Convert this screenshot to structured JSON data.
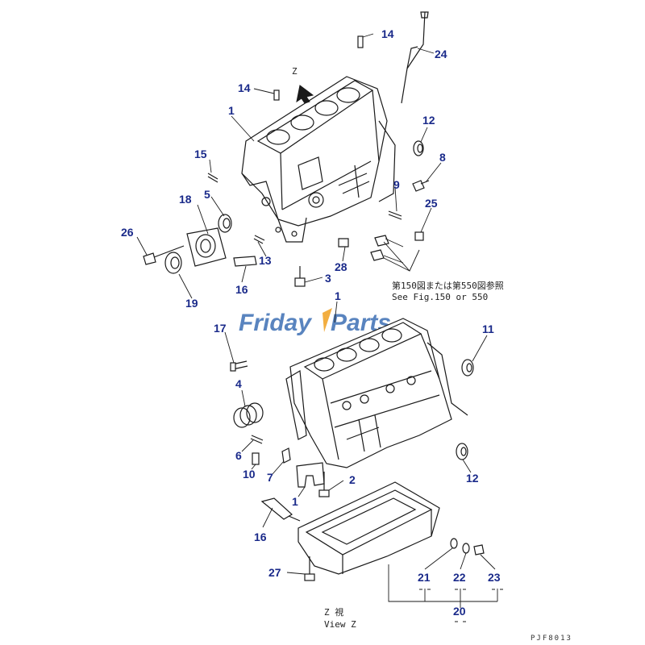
{
  "colors": {
    "callout": "#1a2a8a",
    "line": "#1a1a1a",
    "watermark_blue": "#3d6fb5",
    "watermark_orange": "#f0a020"
  },
  "watermark": {
    "part1": "Friday",
    "part2": "Parts"
  },
  "notes": {
    "view_marker": "Z",
    "ref_jp": "第150図または第550図参照",
    "ref_en": "See Fig.150 or 550",
    "view_jp": "Z  視",
    "view_en": "View Z",
    "figure_code": "PJF8013"
  },
  "callouts": {
    "c14a": "14",
    "c24": "24",
    "c14b": "14",
    "c1a": "1",
    "c12a": "12",
    "c15": "15",
    "c8": "8",
    "c18": "18",
    "c5": "5",
    "c9": "9",
    "c25": "25",
    "c26": "26",
    "c13": "13",
    "c28": "28",
    "c3": "3",
    "c16a": "16",
    "c19": "19",
    "c1b": "1",
    "c17": "17",
    "c11": "11",
    "c4": "4",
    "c6": "6",
    "c10": "10",
    "c7": "7",
    "c2": "2",
    "c12b": "12",
    "c1c": "1",
    "c16b": "16",
    "c27": "27",
    "c21": "21",
    "c22": "22",
    "c23": "23",
    "c20": "20"
  }
}
